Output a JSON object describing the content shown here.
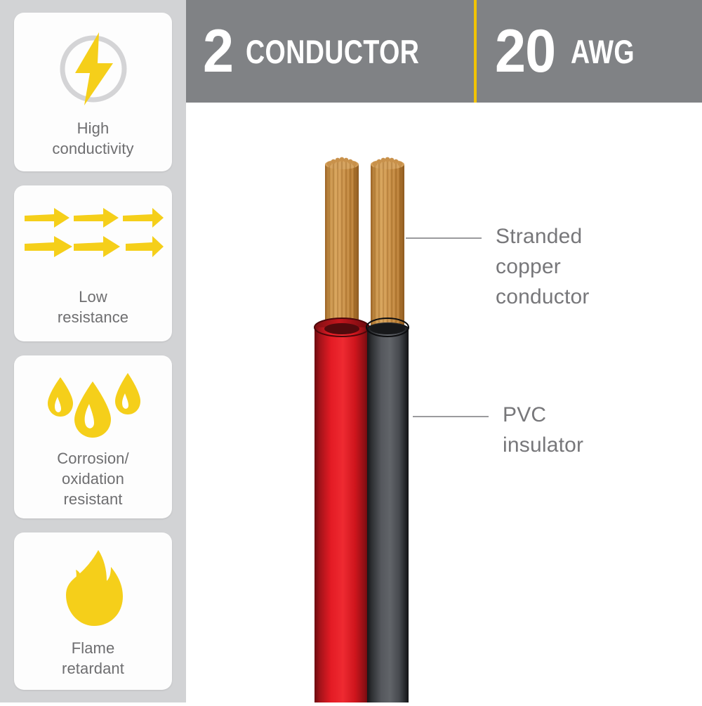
{
  "header": {
    "conductor_count": "2",
    "conductor_label": "CONDUCTOR",
    "gauge_number": "20",
    "gauge_label": "AWG",
    "background_color": "#808285",
    "divider_color": "#f2c300",
    "text_color": "#ffffff"
  },
  "sidebar": {
    "background_color": "#d2d3d5",
    "card_background": "#fdfdfd",
    "label_color": "#6e6e70",
    "icon_color": "#f2c712",
    "features": [
      {
        "icon": "lightning-bolt-in-circle-icon",
        "label": "High\nconductivity"
      },
      {
        "icon": "six-right-arrows-icon",
        "label": "Low\nresistance"
      },
      {
        "icon": "three-droplets-icon",
        "label": "Corrosion/\noxidation\nresistant"
      },
      {
        "icon": "flame-icon",
        "label": "Flame\nretardant"
      }
    ]
  },
  "product_image": {
    "name": "two-conductor-cable-illustration",
    "conductors": [
      {
        "name": "red-conductor",
        "insulation_color": "#e01b22",
        "core": "stranded-copper"
      },
      {
        "name": "black-conductor",
        "insulation_color": "#4a4c50",
        "core": "stranded-copper"
      }
    ],
    "copper_color": "#c8893f"
  },
  "callouts": [
    {
      "name": "stranded-copper-conductor-callout",
      "text": "Stranded\ncopper\nconductor",
      "line_color": "#9b9b9e"
    },
    {
      "name": "pvc-insulator-callout",
      "text": "PVC\ninsulator",
      "line_color": "#9b9b9e"
    }
  ]
}
